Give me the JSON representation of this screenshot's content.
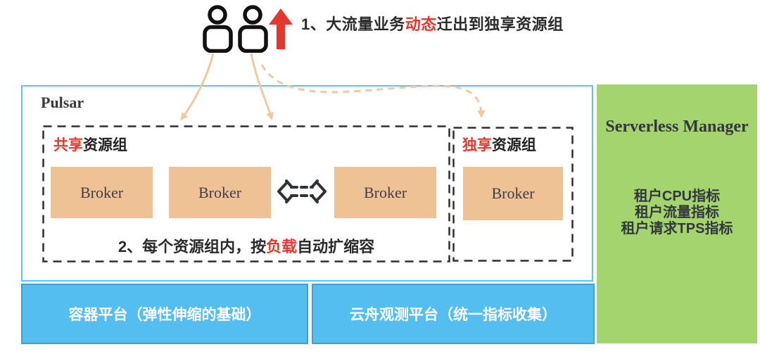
{
  "step1": {
    "prefix": "1、大流量业务",
    "highlight": "动态",
    "suffix": "迁出到独享资源组"
  },
  "pulsar": {
    "title": "Pulsar"
  },
  "shared_group": {
    "label_highlight": "共享",
    "label_rest": "资源组",
    "brokers": [
      "Broker",
      "Broker",
      "Broker"
    ],
    "note_prefix": "2、每个资源组内，按",
    "note_highlight": "负载",
    "note_suffix": "自动扩缩容"
  },
  "exclusive_group": {
    "label_highlight": "独享",
    "label_rest": "资源组",
    "broker": "Broker"
  },
  "serverless": {
    "title": "Serverless Manager",
    "metrics": [
      "租户CPU指标",
      "租户流量指标",
      "租户请求TPS指标"
    ]
  },
  "platforms": {
    "container": "容器平台（弹性伸缩的基础）",
    "observability": "云舟观测平台（统一指标收集）"
  },
  "icons": {
    "users": "two-users-icon",
    "up_arrow": "scale-up-arrow-icon",
    "swap": "rebalance-arrows-icon"
  },
  "colors": {
    "red": "#e5372c",
    "broker_tan": "#efc295",
    "arrow_tan": "#efc9a2",
    "pulsar_border_blue": "#5bc6f5",
    "platform_blue": "#55bef0",
    "platform_blue_border": "#3ba2d9",
    "serverless_green": "#a3d46e",
    "dark_text": "#2b2b2b"
  }
}
